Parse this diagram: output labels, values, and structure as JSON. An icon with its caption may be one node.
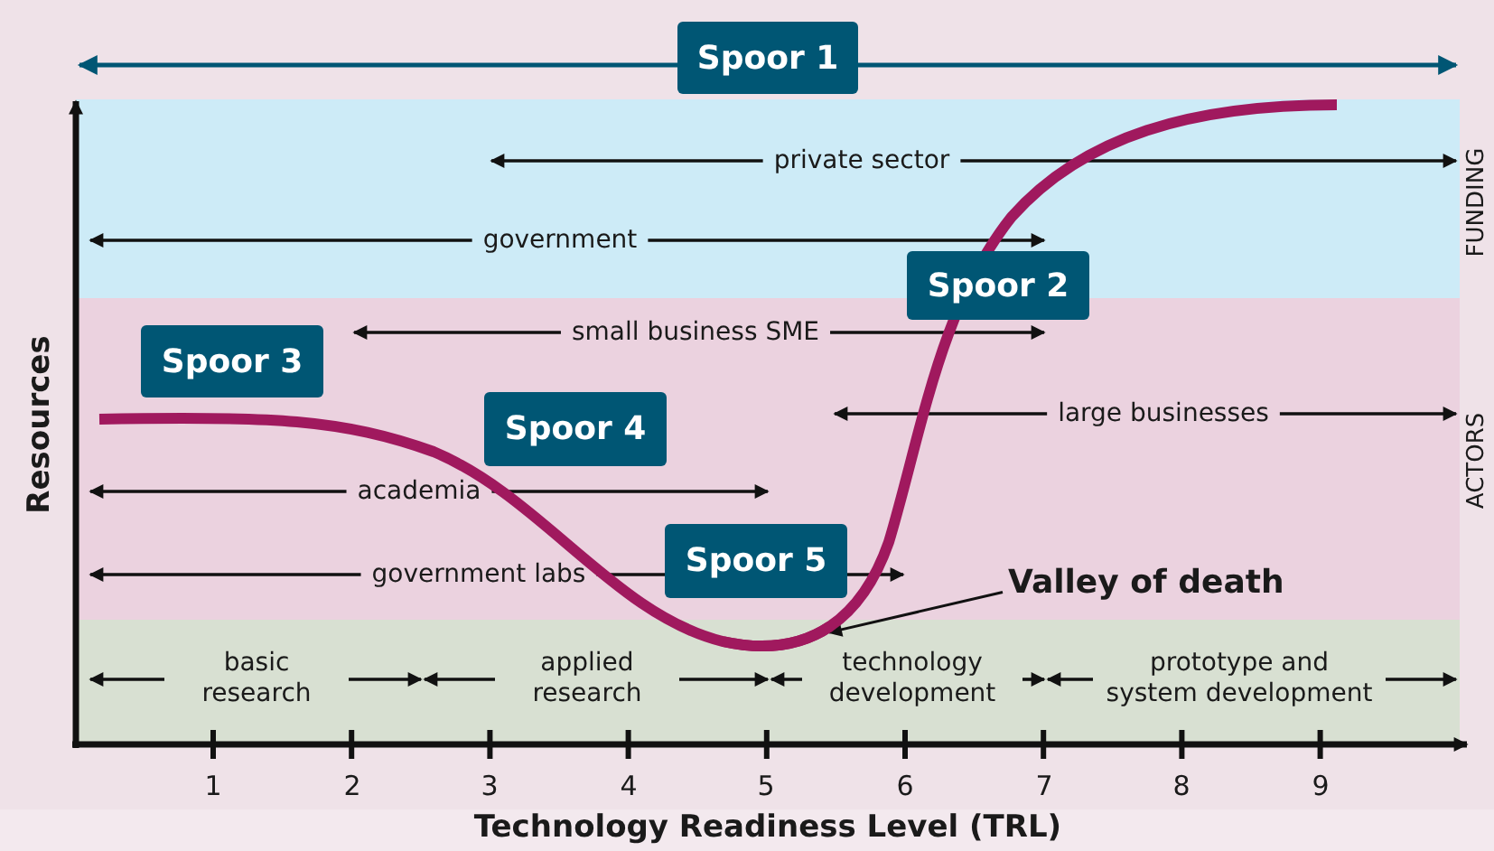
{
  "diagram": {
    "nodes": [
      {
        "text": [
          "Spoor 1"
        ]
      },
      {
        "text": [
          "Spoor 2"
        ]
      },
      {
        "text": [
          "Spoor 3"
        ]
      },
      {
        "text": [
          "Spoor 4"
        ]
      },
      {
        "text": [
          "Spoor 5"
        ]
      },
      {
        "text": [
          "Valley of death"
        ]
      },
      {
        "text": [],
        "shape": "curve"
      }
    ],
    "edges": [
      {
        "from": 5,
        "to": 6,
        "arrow": "to"
      }
    ],
    "labels": [
      "FUNDING",
      "private sector",
      "government",
      "small business SME",
      "large businesses",
      "ACTORS",
      "academia",
      "government labs",
      "basic research",
      "applied research",
      "technology development",
      "prototype and system development",
      "Resources",
      "1",
      "2",
      "3",
      "4",
      "5",
      "6",
      "7",
      "8",
      "9",
      "Technology Readiness Level (TRL)"
    ]
  }
}
